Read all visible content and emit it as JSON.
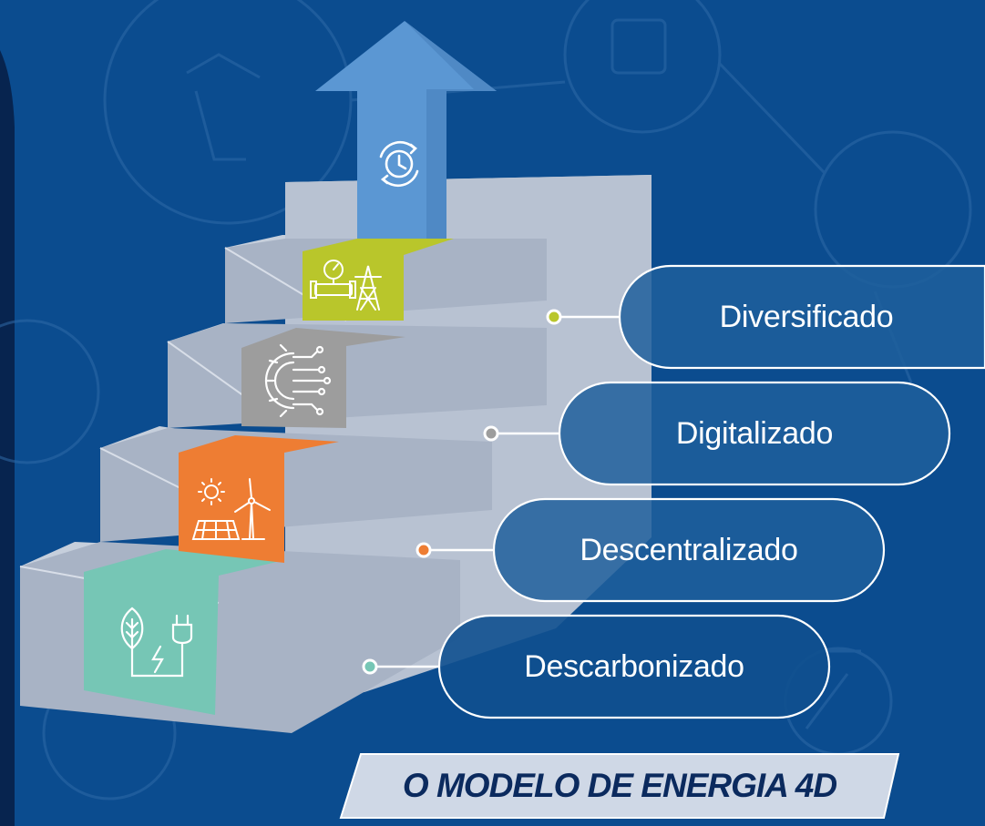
{
  "levels": [
    {
      "label": "Diversificado",
      "icon": "pressure-gauge-pipeline-power-tower-icon",
      "color": "#b9c62b"
    },
    {
      "label": "Digitalizado",
      "icon": "digital-gear-circuit-icon",
      "color": "#9d9d9d"
    },
    {
      "label": "Descentralizado",
      "icon": "sun-solar-panel-wind-turbine-icon",
      "color": "#ee7d33"
    },
    {
      "label": "Descarbonizado",
      "icon": "leaf-plug-electricity-icon",
      "color": "#76c6b5"
    }
  ],
  "top_arrow": {
    "icon": "clock-cycle-icon",
    "color": "#5b97d3"
  },
  "caption": "O MODELO DE ENERGIA 4D",
  "colors": {
    "background": "#0b4c8f",
    "stairs_front": "#a8b3c5",
    "stairs_top": "#c6cfdc",
    "pill_fill": "#1f5f9c",
    "caption_fill": "#cfd8e6",
    "caption_text": "#0b2a5e"
  }
}
